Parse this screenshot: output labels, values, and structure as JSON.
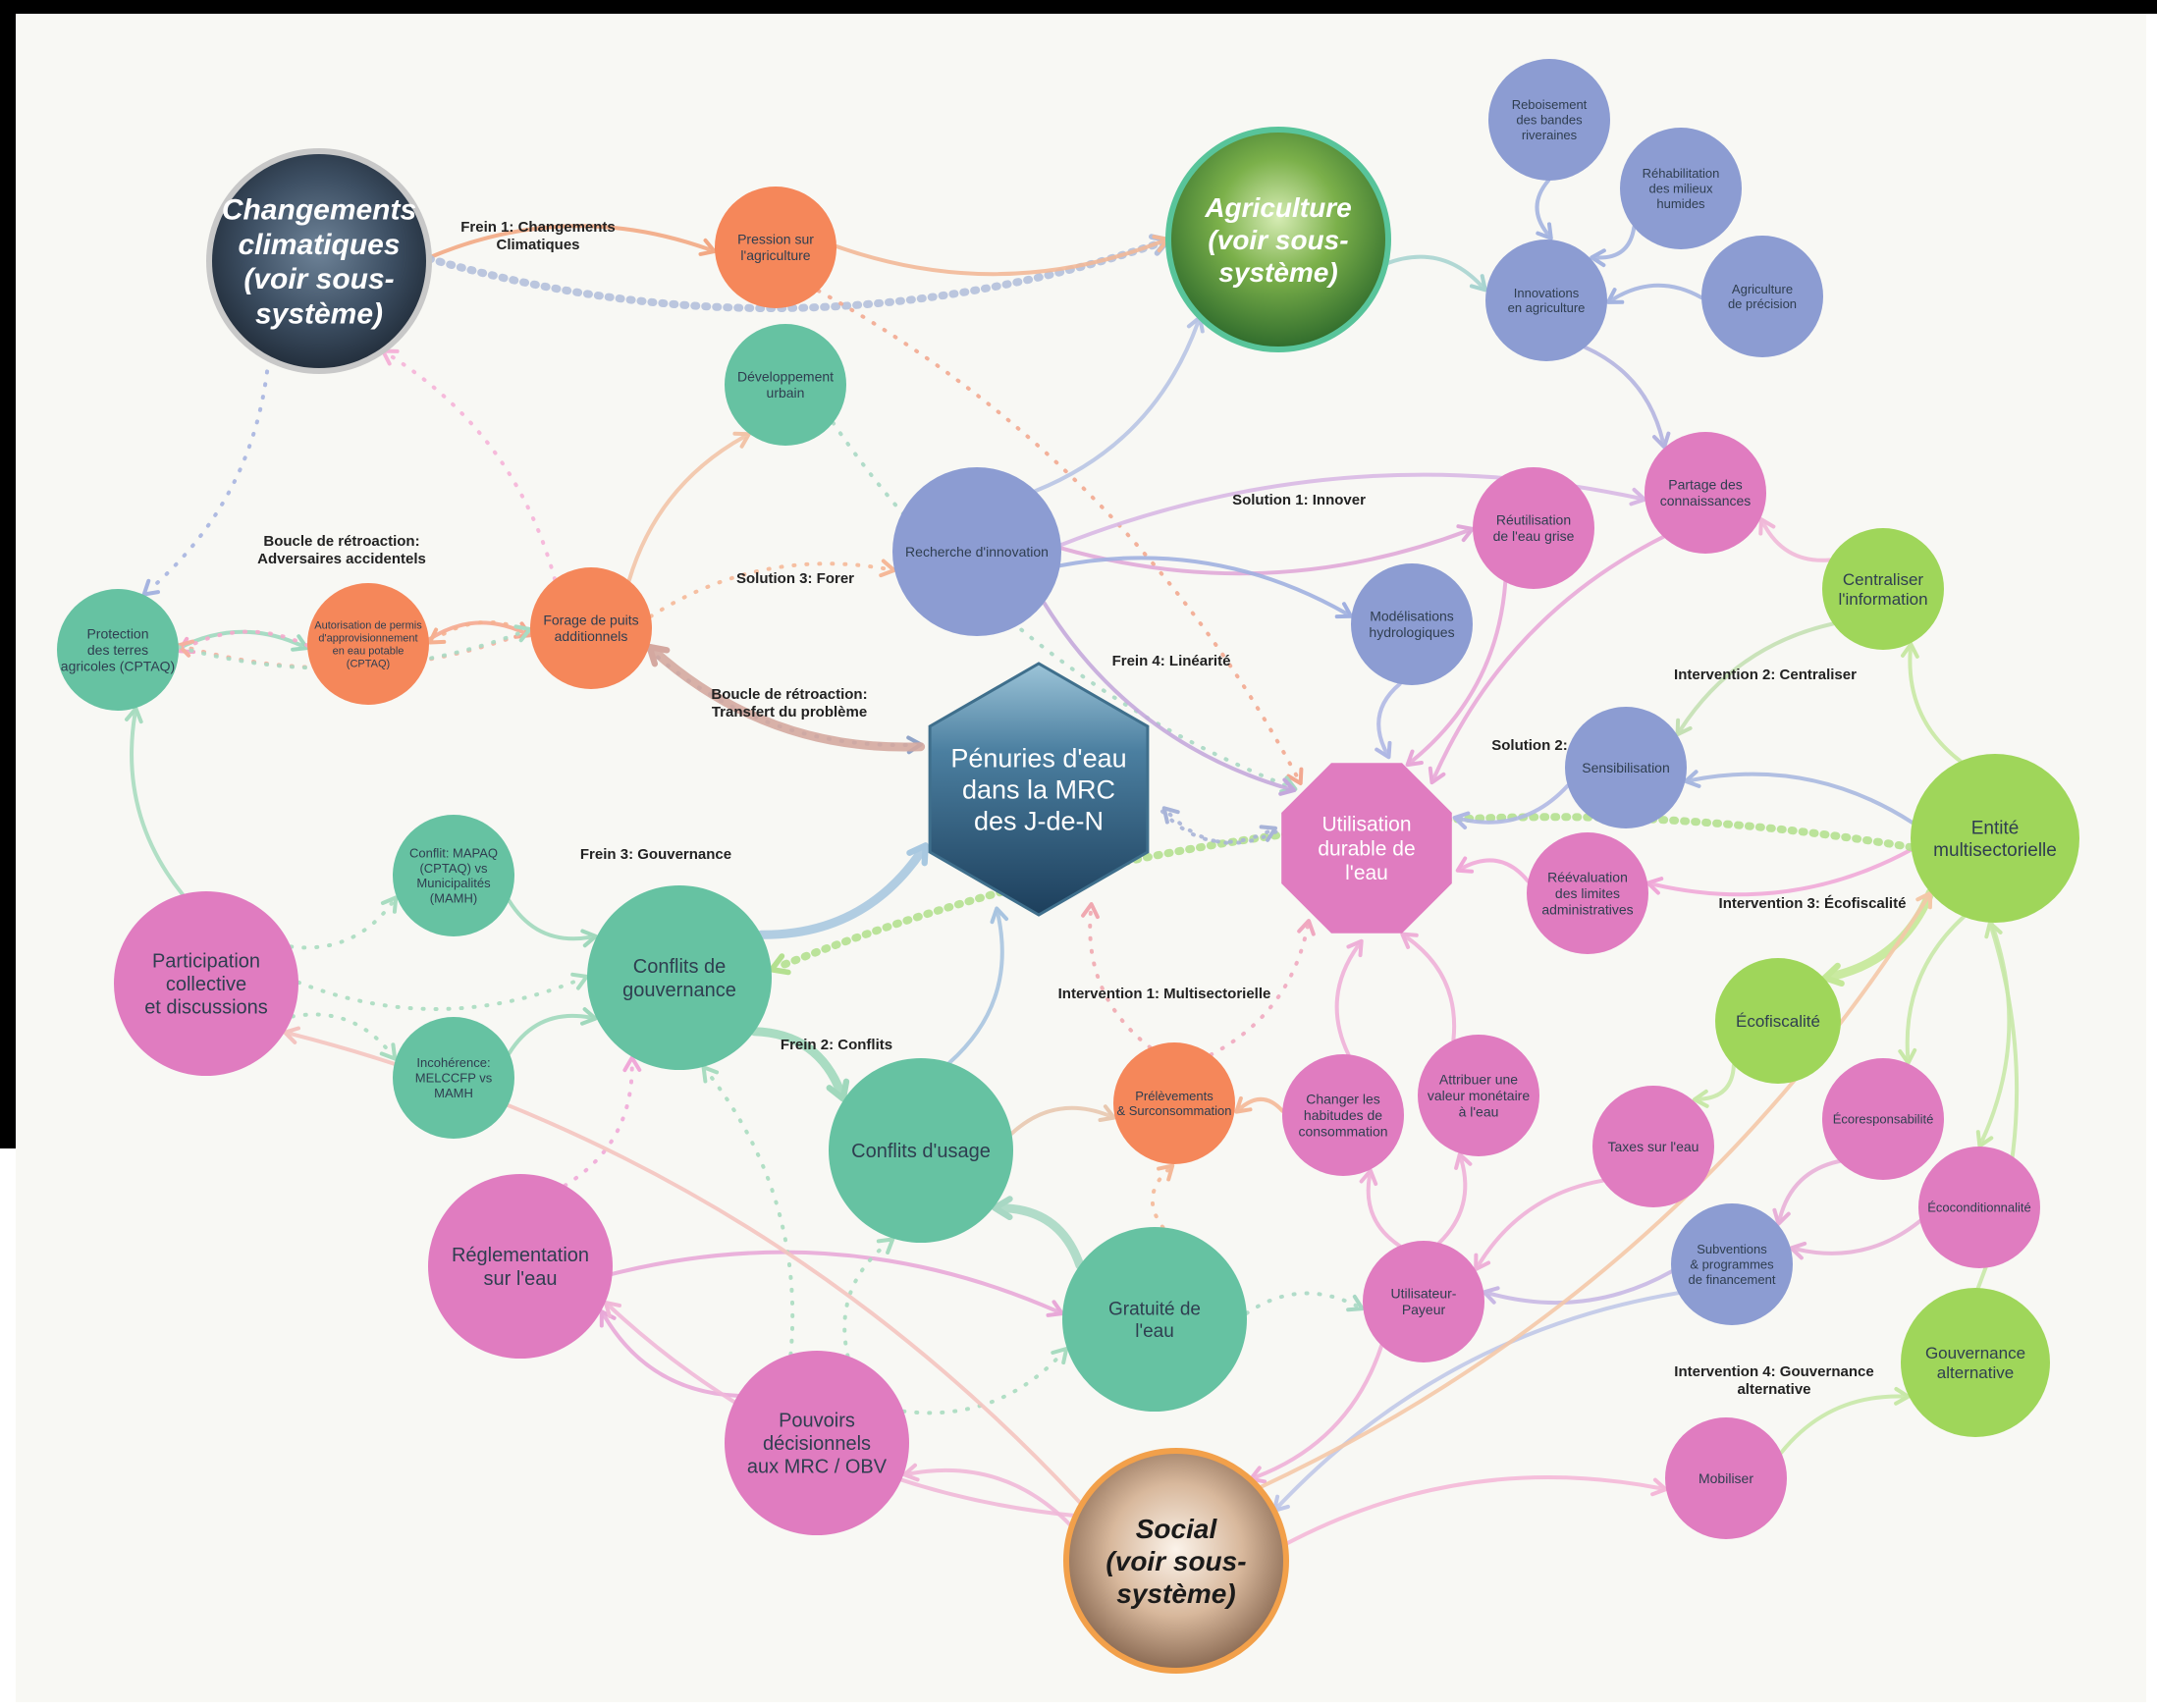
{
  "colors": {
    "green": "#66c2a2",
    "orange": "#f5875a",
    "purple": "#8c9cd2",
    "pink": "#e07cc0",
    "lime": "#9fd65a",
    "dark": "#2f3e50",
    "label": "#222222"
  },
  "nodes": [
    {
      "id": "changements",
      "lines": [
        "Changements",
        "climatiques",
        "(voir sous-",
        "système)"
      ],
      "type": "image-dark",
      "italic": true
    },
    {
      "id": "agriculture",
      "lines": [
        "Agriculture",
        "(voir sous-",
        "système)"
      ],
      "type": "image-field",
      "italic": true
    },
    {
      "id": "social",
      "lines": [
        "Social",
        "(voir sous-",
        "système)"
      ],
      "type": "image-hands",
      "italic": true
    },
    {
      "id": "penuries",
      "lines": [
        "Pénuries d'eau",
        "dans la MRC",
        "des J-de-N"
      ],
      "type": "hexagon"
    },
    {
      "id": "utilisation",
      "lines": [
        "Utilisation",
        "durable de",
        "l'eau"
      ],
      "type": "octagon"
    },
    {
      "id": "pression",
      "lines": [
        "Pression sur",
        "l'agriculture"
      ],
      "type": "orange"
    },
    {
      "id": "developpement",
      "lines": [
        "Développement",
        "urbain"
      ],
      "type": "green"
    },
    {
      "id": "forage",
      "lines": [
        "Forage de puits",
        "additionnels"
      ],
      "type": "orange"
    },
    {
      "id": "autorisation",
      "lines": [
        "Autorisation de permis",
        "d'approvisionnement",
        "en eau potable",
        "(CPTAQ)"
      ],
      "type": "orange"
    },
    {
      "id": "protection",
      "lines": [
        "Protection",
        "des terres",
        "agricoles (CPTAQ)"
      ],
      "type": "green"
    },
    {
      "id": "recherche",
      "lines": [
        "Recherche d'innovation"
      ],
      "type": "purple"
    },
    {
      "id": "reboisement",
      "lines": [
        "Reboisement",
        "des bandes",
        "riveraines"
      ],
      "type": "purple"
    },
    {
      "id": "rehabilitation",
      "lines": [
        "Réhabilitation",
        "des milieux",
        "humides"
      ],
      "type": "purple"
    },
    {
      "id": "innovations",
      "lines": [
        "Innovations",
        "en agriculture"
      ],
      "type": "purple"
    },
    {
      "id": "agriprecision",
      "lines": [
        "Agriculture",
        "de précision"
      ],
      "type": "purple"
    },
    {
      "id": "partage",
      "lines": [
        "Partage des",
        "connaissances"
      ],
      "type": "pink"
    },
    {
      "id": "reutilisation",
      "lines": [
        "Réutilisation",
        "de l'eau grise"
      ],
      "type": "pink"
    },
    {
      "id": "modelisations",
      "lines": [
        "Modélisations",
        "hydrologiques"
      ],
      "type": "purple"
    },
    {
      "id": "centraliser",
      "lines": [
        "Centraliser",
        "l'information"
      ],
      "type": "lime"
    },
    {
      "id": "sensibilisation",
      "lines": [
        "Sensibilisation"
      ],
      "type": "purple"
    },
    {
      "id": "reevaluation",
      "lines": [
        "Réévaluation",
        "des limites",
        "administratives"
      ],
      "type": "pink"
    },
    {
      "id": "entite",
      "lines": [
        "Entité",
        "multisectorielle"
      ],
      "type": "lime"
    },
    {
      "id": "ecofiscalite",
      "lines": [
        "Écofiscalité"
      ],
      "type": "lime"
    },
    {
      "id": "taxes",
      "lines": [
        "Taxes sur l'eau"
      ],
      "type": "pink"
    },
    {
      "id": "ecoresponsabilite",
      "lines": [
        "Écoresponsabilité"
      ],
      "type": "pink"
    },
    {
      "id": "ecoconditionnalite",
      "lines": [
        "Écoconditionnalité"
      ],
      "type": "pink"
    },
    {
      "id": "subventions",
      "lines": [
        "Subventions",
        "& programmes",
        "de financement"
      ],
      "type": "purple"
    },
    {
      "id": "gouvalt",
      "lines": [
        "Gouvernance",
        "alternative"
      ],
      "type": "lime"
    },
    {
      "id": "mobiliser",
      "lines": [
        "Mobiliser"
      ],
      "type": "pink"
    },
    {
      "id": "payeur",
      "lines": [
        "Utilisateur-",
        "Payeur"
      ],
      "type": "pink"
    },
    {
      "id": "attribuer",
      "lines": [
        "Attribuer une",
        "valeur monétaire",
        "à l'eau"
      ],
      "type": "pink"
    },
    {
      "id": "changer",
      "lines": [
        "Changer les",
        "habitudes de",
        "consommation"
      ],
      "type": "pink"
    },
    {
      "id": "prelevements",
      "lines": [
        "Prélèvements",
        "& Surconsommation"
      ],
      "type": "orange"
    },
    {
      "id": "conflitsgouv",
      "lines": [
        "Conflits de",
        "gouvernance"
      ],
      "type": "green"
    },
    {
      "id": "conflitmapaq",
      "lines": [
        "Conflit: MAPAQ",
        "(CPTAQ) vs",
        "Municipalités",
        "(MAMH)"
      ],
      "type": "green"
    },
    {
      "id": "incoherence",
      "lines": [
        "Incohérence:",
        "MELCCFP vs",
        "MAMH"
      ],
      "type": "green"
    },
    {
      "id": "participation",
      "lines": [
        "Participation",
        "collective",
        "et discussions"
      ],
      "type": "pink"
    },
    {
      "id": "conflitsusage",
      "lines": [
        "Conflits d'usage"
      ],
      "type": "green"
    },
    {
      "id": "gratuite",
      "lines": [
        "Gratuité de",
        "l'eau"
      ],
      "type": "green"
    },
    {
      "id": "reglementation",
      "lines": [
        "Réglementation",
        "sur l'eau"
      ],
      "type": "pink"
    },
    {
      "id": "pouvoirs",
      "lines": [
        "Pouvoirs",
        "décisionnels",
        "aux MRC / OBV"
      ],
      "type": "pink"
    }
  ],
  "annotations": [
    {
      "id": "frein1",
      "lines": [
        "Frein 1: Changements",
        "Climatiques"
      ]
    },
    {
      "id": "boucle1",
      "lines": [
        "Boucle de rétroaction:",
        "Adversaires accidentels"
      ]
    },
    {
      "id": "solution3",
      "lines": [
        "Solution 3: Forer"
      ]
    },
    {
      "id": "boucle2",
      "lines": [
        "Boucle de rétroaction:",
        "Transfert du problème"
      ]
    },
    {
      "id": "frein4",
      "lines": [
        "Frein 4: Linéarité"
      ]
    },
    {
      "id": "solution1",
      "lines": [
        "Solution 1: Innover"
      ]
    },
    {
      "id": "intervention2",
      "lines": [
        "Intervention 2: Centraliser"
      ]
    },
    {
      "id": "solution2",
      "lines": [
        "Solution 2:"
      ]
    },
    {
      "id": "intervention3",
      "lines": [
        "Intervention 3: Écofiscalité"
      ]
    },
    {
      "id": "frein3",
      "lines": [
        "Frein 3: Gouvernance"
      ]
    },
    {
      "id": "intervention1",
      "lines": [
        "Intervention 1: Multisectorielle"
      ]
    },
    {
      "id": "frein2",
      "lines": [
        "Frein 2: Conflits"
      ]
    },
    {
      "id": "intervention4",
      "lines": [
        "Intervention 4: Gouvernance",
        "alternative"
      ]
    }
  ],
  "edges": [
    {
      "from": "changements",
      "to": "pression",
      "style": "solid",
      "color": "#f2a884"
    },
    {
      "from": "changements",
      "to": "agriculture",
      "style": "dotted-thick",
      "color": "#b4c0dc"
    },
    {
      "from": "changements",
      "to": "protection",
      "style": "dotted",
      "color": "#a6b4e0"
    },
    {
      "from": "pression",
      "to": "agriculture",
      "style": "solid",
      "color": "#f2b898"
    },
    {
      "from": "pression",
      "to": "utilisation",
      "style": "dotted",
      "color": "#f2a890"
    },
    {
      "from": "forage",
      "to": "changements",
      "style": "dotted",
      "color": "#f5b3d8"
    },
    {
      "from": "forage",
      "to": "developpement",
      "style": "solid",
      "color": "#f2c4a8"
    },
    {
      "from": "developpement",
      "to": "utilisation",
      "style": "dotted",
      "color": "#a8d8c4"
    },
    {
      "from": "protection",
      "to": "autorisation",
      "style": "solid",
      "color": "#9fd8bf"
    },
    {
      "from": "autorisation",
      "to": "protection",
      "style": "dotted",
      "color": "#f5a8cc"
    },
    {
      "from": "autorisation",
      "to": "forage",
      "style": "solid",
      "color": "#f5a890"
    },
    {
      "from": "forage",
      "to": "autorisation",
      "style": "dotted",
      "color": "#f5b090"
    },
    {
      "from": "forage",
      "to": "protection",
      "style": "dotted",
      "color": "#f5b0a0"
    },
    {
      "from": "protection",
      "to": "forage",
      "style": "dotted",
      "color": "#a8dcc4"
    },
    {
      "from": "forage",
      "to": "recherche",
      "style": "dotted",
      "color": "#f5b898"
    },
    {
      "from": "forage",
      "to": "penuries",
      "style": "dotted",
      "color": "#90a4c8"
    },
    {
      "from": "penuries",
      "to": "forage",
      "style": "thick",
      "color": "#d4a8a0"
    },
    {
      "from": "recherche",
      "to": "agriculture",
      "style": "solid",
      "color": "#b8c4e4"
    },
    {
      "from": "recherche",
      "to": "partage",
      "style": "solid",
      "color": "#d8b8e4"
    },
    {
      "from": "recherche",
      "to": "reutilisation",
      "style": "solid",
      "color": "#e0a8d8"
    },
    {
      "from": "recherche",
      "to": "modelisations",
      "style": "solid",
      "color": "#a0b0e0"
    },
    {
      "from": "recherche",
      "to": "utilisation",
      "style": "solid",
      "color": "#c4a8dc"
    },
    {
      "from": "agriculture",
      "to": "innovations",
      "style": "solid",
      "color": "#a8d4d0"
    },
    {
      "from": "reboisement",
      "to": "innovations",
      "style": "solid",
      "color": "#a4b4e0"
    },
    {
      "from": "rehabilitation",
      "to": "innovations",
      "style": "solid",
      "color": "#a4b4e0"
    },
    {
      "from": "agriprecision",
      "to": "innovations",
      "style": "solid",
      "color": "#a4b4e0"
    },
    {
      "from": "innovations",
      "to": "partage",
      "style": "solid",
      "color": "#b4b4e0"
    },
    {
      "from": "partage",
      "to": "utilisation",
      "style": "solid",
      "color": "#e8a8d8"
    },
    {
      "from": "reutilisation",
      "to": "utilisation",
      "style": "solid",
      "color": "#e8a8d8"
    },
    {
      "from": "modelisations",
      "to": "utilisation",
      "style": "solid",
      "color": "#b0b8e4"
    },
    {
      "from": "centraliser",
      "to": "partage",
      "style": "solid",
      "color": "#f0b8d8"
    },
    {
      "from": "centraliser",
      "to": "sensibilisation",
      "style": "solid",
      "color": "#c4e0b4"
    },
    {
      "from": "entite",
      "to": "centraliser",
      "style": "solid",
      "color": "#c8e8a4"
    },
    {
      "from": "entite",
      "to": "sensibilisation",
      "style": "solid",
      "color": "#a8b8e0"
    },
    {
      "from": "entite",
      "to": "reevaluation",
      "style": "solid",
      "color": "#f0a8d8"
    },
    {
      "from": "entite",
      "to": "conflitsgouv",
      "style": "dotted-thick",
      "color": "#b4e090"
    },
    {
      "from": "entite",
      "to": "ecofiscalite",
      "style": "thick",
      "color": "#c4e898"
    },
    {
      "from": "entite",
      "to": "ecoresponsabilite",
      "style": "solid",
      "color": "#c8e8a8"
    },
    {
      "from": "entite",
      "to": "ecoconditionnalite",
      "style": "solid",
      "color": "#c8e8a8"
    },
    {
      "from": "gouvalt",
      "to": "entite",
      "style": "solid",
      "color": "#c8e8a8"
    },
    {
      "from": "sensibilisation",
      "to": "utilisation",
      "style": "solid",
      "color": "#b0b8e4"
    },
    {
      "from": "reevaluation",
      "to": "utilisation",
      "style": "solid",
      "color": "#f0a8d8"
    },
    {
      "from": "utilisation",
      "to": "penuries",
      "style": "dotted",
      "color": "#a8b4d8"
    },
    {
      "from": "penuries",
      "to": "utilisation",
      "style": "dotted",
      "color": "#a8b4d8"
    },
    {
      "from": "ecofiscalite",
      "to": "taxes",
      "style": "solid",
      "color": "#c8e8a8"
    },
    {
      "from": "ecoresponsabilite",
      "to": "subventions",
      "style": "solid",
      "color": "#e8b0d8"
    },
    {
      "from": "ecoconditionnalite",
      "to": "subventions",
      "style": "solid",
      "color": "#e8b0d8"
    },
    {
      "from": "taxes",
      "to": "payeur",
      "style": "solid",
      "color": "#eeb0d8"
    },
    {
      "from": "subventions",
      "to": "payeur",
      "style": "solid",
      "color": "#c8b8e4"
    },
    {
      "from": "subventions",
      "to": "social",
      "style": "solid",
      "color": "#c0c8e8"
    },
    {
      "from": "payeur",
      "to": "changer",
      "style": "solid",
      "color": "#eeb0d8"
    },
    {
      "from": "payeur",
      "to": "attribuer",
      "style": "solid",
      "color": "#eeb0d8"
    },
    {
      "from": "payeur",
      "to": "social",
      "style": "solid",
      "color": "#eeb0d8"
    },
    {
      "from": "attribuer",
      "to": "utilisation",
      "style": "solid",
      "color": "#eeb0d8"
    },
    {
      "from": "changer",
      "to": "utilisation",
      "style": "solid",
      "color": "#eeb0d8"
    },
    {
      "from": "changer",
      "to": "prelevements",
      "style": "solid",
      "color": "#f4b898"
    },
    {
      "from": "prelevements",
      "to": "penuries",
      "style": "dotted",
      "color": "#f0a8b0"
    },
    {
      "from": "prelevements",
      "to": "utilisation",
      "style": "dotted",
      "color": "#f0a8c0"
    },
    {
      "from": "conflitsusage",
      "to": "prelevements",
      "style": "solid",
      "color": "#e8c8b0"
    },
    {
      "from": "conflitsusage",
      "to": "penuries",
      "style": "solid",
      "color": "#a8c4e0"
    },
    {
      "from": "gratuite",
      "to": "prelevements",
      "style": "dotted",
      "color": "#f4b898"
    },
    {
      "from": "gratuite",
      "to": "conflitsusage",
      "style": "thick",
      "color": "#a8d8c4"
    },
    {
      "from": "gratuite",
      "to": "payeur",
      "style": "dotted",
      "color": "#a8d8c4"
    },
    {
      "from": "conflitsgouv",
      "to": "penuries",
      "style": "thick",
      "color": "#a8c8e0"
    },
    {
      "from": "conflitsgouv",
      "to": "conflitsusage",
      "style": "thick",
      "color": "#a0d8bc"
    },
    {
      "from": "conflitmapaq",
      "to": "conflitsgouv",
      "style": "solid",
      "color": "#a0d8bc"
    },
    {
      "from": "incoherence",
      "to": "conflitsgouv",
      "style": "solid",
      "color": "#a0d8bc"
    },
    {
      "from": "participation",
      "to": "conflitmapaq",
      "style": "dotted",
      "color": "#a8dcc0"
    },
    {
      "from": "participation",
      "to": "incoherence",
      "style": "dotted",
      "color": "#a8dcc0"
    },
    {
      "from": "participation",
      "to": "conflitsgouv",
      "style": "dotted",
      "color": "#a8dcc0"
    },
    {
      "from": "participation",
      "to": "protection",
      "style": "solid",
      "color": "#a8dcc0"
    },
    {
      "from": "reglementation",
      "to": "conflitsgouv",
      "style": "dotted",
      "color": "#f0a8d8"
    },
    {
      "from": "reglementation",
      "to": "gratuite",
      "style": "solid",
      "color": "#e8a8d8"
    },
    {
      "from": "pouvoirs",
      "to": "conflitsgouv",
      "style": "dotted",
      "color": "#a8dcc0"
    },
    {
      "from": "pouvoirs",
      "to": "conflitsusage",
      "style": "dotted",
      "color": "#a8dcc0"
    },
    {
      "from": "pouvoirs",
      "to": "gratuite",
      "style": "dotted",
      "color": "#a8dcc0"
    },
    {
      "from": "pouvoirs",
      "to": "reglementation",
      "style": "solid",
      "color": "#e8a8d8"
    },
    {
      "from": "social",
      "to": "pouvoirs",
      "style": "solid",
      "color": "#f0b8d8"
    },
    {
      "from": "social",
      "to": "reglementation",
      "style": "solid",
      "color": "#f0b8d8"
    },
    {
      "from": "social",
      "to": "participation",
      "style": "solid",
      "color": "#f4c4c0"
    },
    {
      "from": "social",
      "to": "mobiliser",
      "style": "solid",
      "color": "#f4b8d8"
    },
    {
      "from": "social",
      "to": "entite",
      "style": "solid",
      "color": "#f4c8a8"
    },
    {
      "from": "mobiliser",
      "to": "gouvalt",
      "style": "solid",
      "color": "#c8e8a8"
    }
  ]
}
